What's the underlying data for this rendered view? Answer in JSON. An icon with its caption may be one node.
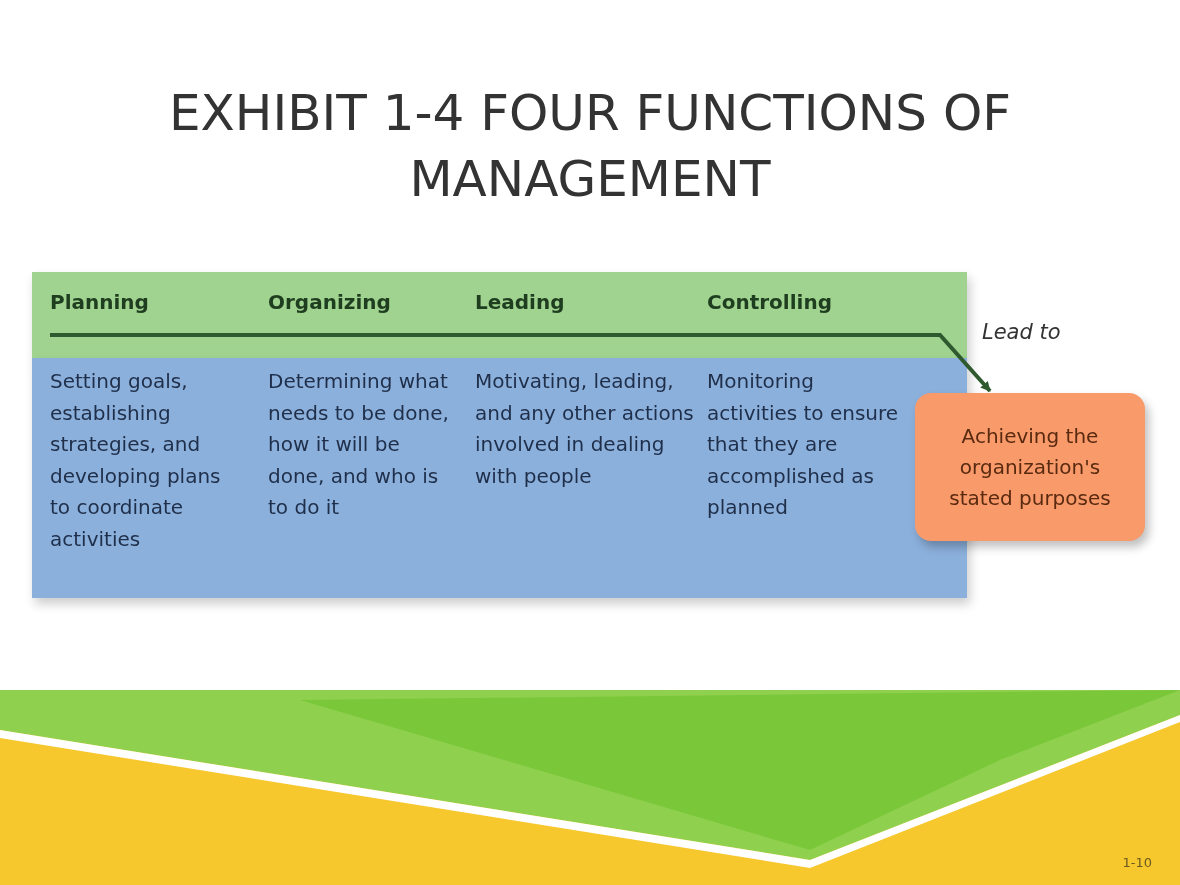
{
  "diagram": {
    "title": "EXHIBIT 1-4 FOUR FUNCTIONS OF MANAGEMENT",
    "nodes": [
      {
        "text": [
          "Planning",
          "Organizing",
          "Leading",
          "Controlling"
        ]
      },
      {
        "text": [
          "Setting goals, establishing strategies, and developing plans to coordinate activities",
          "Determining what needs to be done, how it will be done, and who is to do it",
          "Motivating, leading, and any other actions involved in dealing with people",
          "Monitoring activities to ensure that they are accomplished as planned"
        ]
      },
      {
        "text": [
          "Achieving the organization's stated purposes"
        ]
      }
    ],
    "edges": [
      {
        "from": 0,
        "to": 2,
        "arrow": "to",
        "label": "Lead to"
      }
    ],
    "labels": [
      "1-10"
    ]
  }
}
